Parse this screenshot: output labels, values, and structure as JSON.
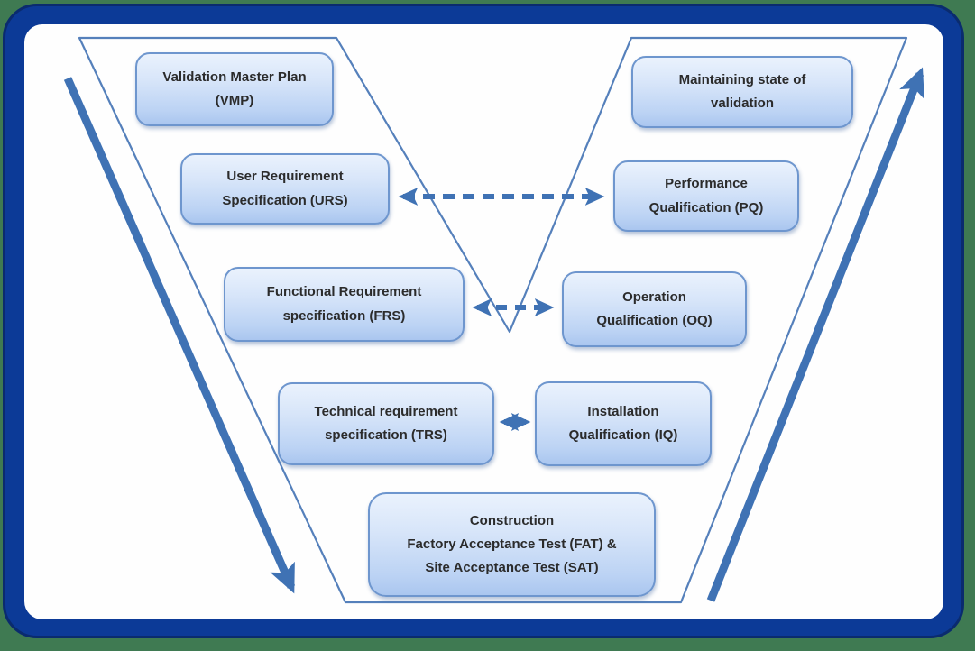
{
  "title": "V-model validation diagram",
  "colors": {
    "frame_navy": "#0C3A97",
    "frame_navy_dark": "#0A2B6E",
    "background_green": "#3F7A52",
    "canvas_white": "#FEFEFE",
    "box_fill_top": "#EAF2FD",
    "box_fill_bottom": "#AAC6EF",
    "box_border": "#6E96CE",
    "box_text": "#2B2B2B",
    "arrow_blue": "#3F72B4",
    "outline_blue": "#5580BB"
  },
  "boxes": {
    "vmp": {
      "lines": [
        "Validation Master Plan",
        "(VMP)"
      ]
    },
    "urs": {
      "lines": [
        "User Requirement",
        "Specification (URS)"
      ]
    },
    "frs": {
      "lines": [
        "Functional Requirement",
        "specification (FRS)"
      ]
    },
    "trs": {
      "lines": [
        "Technical requirement",
        "specification (TRS)"
      ]
    },
    "construction": {
      "lines": [
        "Construction",
        "Factory Acceptance Test (FAT) &",
        "Site Acceptance Test (SAT)"
      ]
    },
    "maintaining": {
      "lines": [
        "Maintaining state of",
        "validation"
      ]
    },
    "pq": {
      "lines": [
        "Performance",
        "Qualification (PQ)"
      ]
    },
    "oq": {
      "lines": [
        "Operation",
        "Qualification (OQ)"
      ]
    },
    "iq": {
      "lines": [
        "Installation",
        "Qualification (IQ)"
      ]
    }
  },
  "connectors": [
    {
      "from": "User Requirement Specification (URS)",
      "to": "Performance Qualification (PQ)",
      "style": "dashed-double-arrow"
    },
    {
      "from": "Functional Requirement specification (FRS)",
      "to": "Operation Qualification (OQ)",
      "style": "dashed-double-arrow"
    },
    {
      "from": "Technical requirement specification (TRS)",
      "to": "Installation Qualification (IQ)",
      "style": "double-arrow"
    }
  ],
  "flow_arrows": [
    {
      "side": "left",
      "direction": "down"
    },
    {
      "side": "right",
      "direction": "up"
    }
  ]
}
